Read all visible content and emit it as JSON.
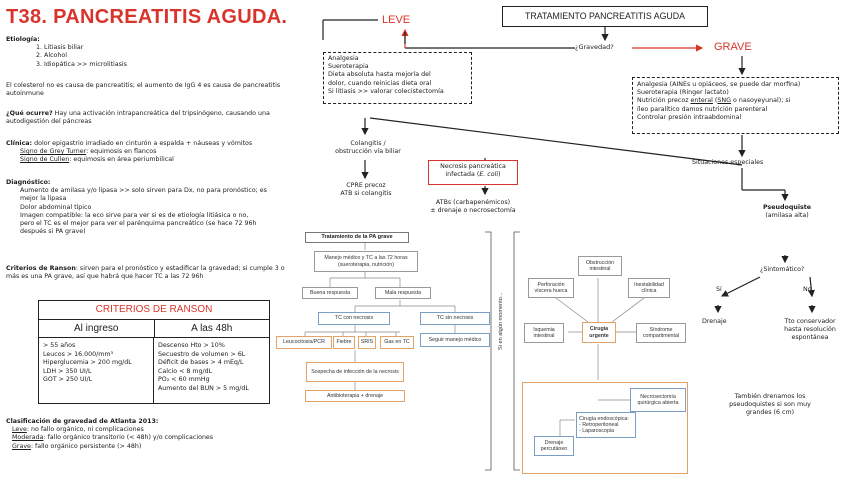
{
  "title": "T38. PANCREATITIS AGUDA.",
  "etiologia": {
    "heading": "Etiología:",
    "items": [
      "1.   Litiasis biliar",
      "2.   Alcohol",
      "3.   Idiopática >> microlitiasis"
    ]
  },
  "colesterol": "El colesterol no es causa de pancreatitis; el aumento de IgG 4 es causa de pancreatitis autoinmune",
  "que_ocurre": {
    "label": "¿Qué ocurre?",
    "text": " Hay una activación intrapancreática del tripsinógeno, causando una autodigestión del páncreas"
  },
  "clinica": {
    "label": "Clínica:",
    "text": " dolor epigastrio irradiado en cinturón a espalda + náuseas y vómitos",
    "grey_turner": {
      "label": "Signo de Grey Turner",
      "text": ": equimosis en flancos"
    },
    "cullen": {
      "label": "Signo de Cullen",
      "text": ": equimosis en área periumbilical"
    }
  },
  "diagnostico": {
    "heading": "Diagnóstico:",
    "lines": [
      "Aumento de amilasa y/o lipasa >> solo sirven para Dx, no para pronóstico; es",
      "mejor la lipasa",
      "Dolor abdominal típico",
      "Imagen compatible: la eco sirve para ver si es de etiología litiásica o no,",
      "pero el TC es el mejor para ver el parénquima pancreático (se hace 72 96h",
      "después si PA grave)"
    ]
  },
  "criterios_ranson_text": {
    "label": "Criterios de Ranson",
    "text": ": sirven para el pronóstico y estadificar la gravedad; si cumple 3 o más es una PA grave, así que habrá que hacer TC a las 72 96h"
  },
  "ranson_table": {
    "title": "CRITERIOS DE RANSON",
    "col1_header": "Al ingreso",
    "col2_header": "A las 48h",
    "col1": [
      "> 55 años",
      "Leucos > 16.000/mm³",
      "Hiperglucemia > 200 mg/dL",
      "LDH > 350 UI/L",
      "GOT > 250 UI/L"
    ],
    "col2": [
      "Descenso Hto > 10%",
      "Secuestro de volumen > 6L",
      "Déficit de bases > 4 mEq/L",
      "Calcio < 8 mg/dL",
      "PO₂ < 60 mmHg",
      "Aumento del BUN > 5 mg/dL"
    ]
  },
  "atlanta": {
    "heading": "Clasificación de gravedad de Atlanta 2013:",
    "leve": {
      "label": "Leve",
      "text": ": no fallo orgánico, ni complicaciones"
    },
    "moderada": {
      "label": "Moderada",
      "text": ": fallo orgánico transitorio (< 48h) y/o complicaciones"
    },
    "grave": {
      "label": "Grave",
      "text": ": fallo orgánico persistente (> 48h)"
    }
  },
  "flow": {
    "tratamiento": "TRATAMIENTO PANCREATITIS AGUDA",
    "gravedad_q": "¿Gravedad?",
    "leve_label": "LEVE",
    "grave_label": "GRAVE",
    "leve_box": [
      "Analgesia",
      "Sueroterapia",
      "Dieta absoluta hasta mejoría del",
      "dolor, cuando reinicias dieta oral",
      "Si litiasis >> valorar colecistectomía"
    ],
    "grave_box": {
      "l1": "Analgesia (AINEs u opiáceos, se puede dar morfina)",
      "l2": "Sueroterapia (Ringer lactato)",
      "l3_pre": "Nutrición precoz ",
      "l3_enteral": "enteral",
      "l3_mid": " (",
      "l3_sng": "SNG",
      "l3_post": " o nasoyeyunal); si",
      "l4": "íleo paralítico damos nutrición parenteral",
      "l5": "Controlar presión intraabdominal"
    },
    "colangitis": [
      "Colangitis /",
      "obstrucción vía biliar"
    ],
    "cpre": [
      "CPRE precoz",
      "ATB si colangitis"
    ],
    "situaciones": "Situaciones especiales",
    "necrosis_box": {
      "l1": "Necrosis pancreática",
      "l2_pre": "infectada (",
      "l2_italic": "E. coli",
      "l2_post": ")"
    },
    "atbs": [
      "ATBs (carbapenémicos)",
      "± drenaje o necrosectomía"
    ],
    "pseudoquiste": {
      "label": "Pseudoquiste",
      "sub": "(amilasa alta)"
    },
    "sintomatico_q": "¿Sintomático?",
    "si": "Sí",
    "no": "No",
    "drenaje": "Drenaje",
    "tto": [
      "Tto conservador",
      "hasta resolución",
      "espontánea"
    ],
    "tambien": [
      "También drenamos los",
      "pseudoquistes si son muy",
      "grandes (6 cm)"
    ]
  },
  "pa_grave_chart": {
    "title": "Tratamiento de la PA grave",
    "manejo": "Manejo médico y TC a las 72 horas (sueroterapia, nutrición)",
    "buena": "Buena respuesta",
    "mala": "Mala respuesta",
    "tc_necrosis": "TC con necrosis",
    "tc_sin": "TC sin necrosis",
    "leucocitosis": "Leucocitosis/PCR",
    "fiebre": "Fiebre",
    "sris": "SRIS",
    "gas": "Gas en TC",
    "seguir": "Seguir manejo médico",
    "sospecha": "Sospecha de infección de la necrosis",
    "antibioterapia": "Antibioterapia + drenaje",
    "side_text": "Si en algún momento...",
    "obstruccion": "Obstrucción intestinal",
    "perforacion": "Perforación víscera hueca",
    "inestabilidad": "Inestabilidad clínica",
    "isquemia": "Isquemia intestinal",
    "cirugia": "Cirugía urgente",
    "sindrome": "Síndrome compartimental",
    "necrosectomia": "Necrosectomía quirúrgica abierta",
    "cirugia_endo_title": "Cirugía endoscópica:",
    "cirugia_endo_1": "- Retroperitoneal",
    "cirugia_endo_2": "- Laparoscopia",
    "drenaje_perc": "Drenaje percutáneo"
  },
  "colors": {
    "accent_red": "#d9342b",
    "chart_blue": "#7a9ec4",
    "chart_orange": "#e4a366"
  }
}
